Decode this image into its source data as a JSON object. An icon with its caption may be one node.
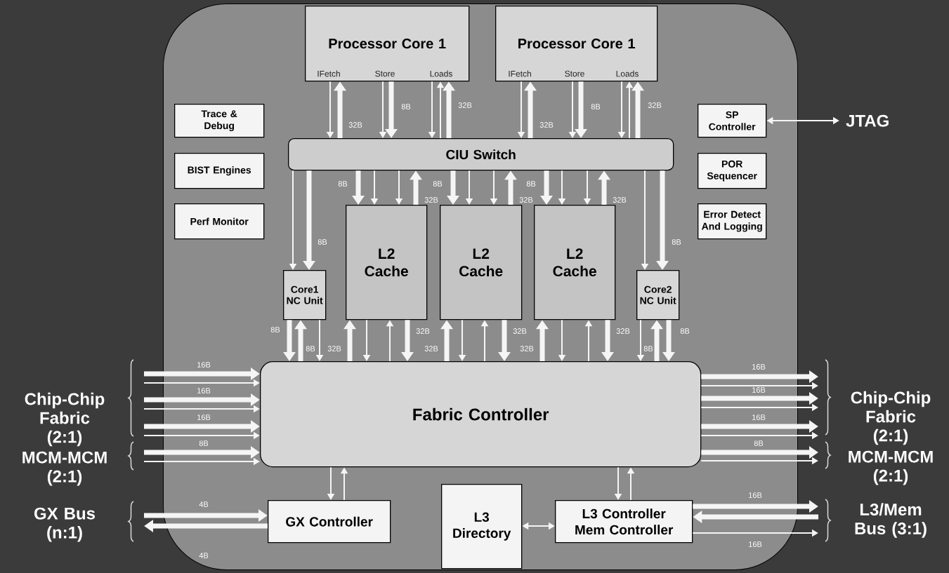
{
  "diagram": {
    "nodes": [
      {
        "text": [],
        "shape": "box"
      },
      {
        "text": [
          "Processor Core 1",
          "IFetch",
          "Store",
          "Loads"
        ],
        "in": 0
      },
      {
        "text": [
          "Processor Core 1",
          "IFetch",
          "Store",
          "Loads"
        ],
        "in": 0
      },
      {
        "text": [
          "Trace & Debug"
        ],
        "in": 0
      },
      {
        "text": [
          "BIST Engines"
        ],
        "in": 0
      },
      {
        "text": [
          "Perf Monitor"
        ],
        "in": 0
      },
      {
        "text": [
          "CIU Switch"
        ],
        "in": 0
      },
      {
        "text": [
          "SP Controller"
        ],
        "in": 0
      },
      {
        "text": [
          "JTAG"
        ]
      },
      {
        "text": [
          "POR Sequencer"
        ],
        "in": 0
      },
      {
        "text": [
          "Error Detect And Logging"
        ],
        "in": 0
      },
      {
        "text": [
          "Core1 NC Unit"
        ],
        "in": 0
      },
      {
        "text": [
          "L2 Cache"
        ],
        "in": 0
      },
      {
        "text": [
          "L2 Cache"
        ],
        "in": 0
      },
      {
        "text": [
          "L2 Cache"
        ],
        "in": 0
      },
      {
        "text": [
          "Core2 NC Unit"
        ],
        "in": 0
      },
      {
        "text": [
          "Fabric Controller"
        ],
        "in": 0
      },
      {
        "text": [
          "GX Controller"
        ],
        "in": 0
      },
      {
        "text": [
          "L3 Directory"
        ],
        "in": 0
      },
      {
        "text": [
          "L3 Controller Mem Controller"
        ],
        "in": 0
      }
    ],
    "edges": [
      {
        "from": 1,
        "to": 6,
        "arrow": "to"
      },
      {
        "from": 6,
        "to": 1,
        "arrow": "to",
        "style": "thick",
        "label": "32B"
      },
      {
        "from": 1,
        "to": 6,
        "arrow": "to"
      },
      {
        "from": 1,
        "to": 6,
        "arrow": "to",
        "style": "thick",
        "label": "8B"
      },
      {
        "from": 1,
        "to": 6,
        "arrow": "to"
      },
      {
        "from": 6,
        "to": 1,
        "arrow": "to"
      },
      {
        "from": 6,
        "to": 1,
        "arrow": "to",
        "style": "thick",
        "label": "32B"
      },
      {
        "from": 2,
        "to": 6,
        "arrow": "to"
      },
      {
        "from": 6,
        "to": 2,
        "arrow": "to",
        "style": "thick",
        "label": "32B"
      },
      {
        "from": 2,
        "to": 6,
        "arrow": "to"
      },
      {
        "from": 2,
        "to": 6,
        "arrow": "to",
        "style": "thick",
        "label": "8B"
      },
      {
        "from": 2,
        "to": 6,
        "arrow": "to"
      },
      {
        "from": 6,
        "to": 2,
        "arrow": "to"
      },
      {
        "from": 6,
        "to": 2,
        "arrow": "to",
        "style": "thick",
        "label": "32B"
      },
      {
        "from": 6,
        "to": 12,
        "arrow": "to",
        "style": "thick",
        "label": "8B"
      },
      {
        "from": 6,
        "to": 12,
        "arrow": "to"
      },
      {
        "from": 6,
        "to": 12,
        "arrow": "to"
      },
      {
        "from": 12,
        "to": 6,
        "arrow": "to",
        "style": "thick",
        "label": "32B"
      },
      {
        "from": 6,
        "to": 13,
        "arrow": "to",
        "style": "thick",
        "label": "8B"
      },
      {
        "from": 6,
        "to": 13,
        "arrow": "to"
      },
      {
        "from": 6,
        "to": 13,
        "arrow": "to"
      },
      {
        "from": 13,
        "to": 6,
        "arrow": "to",
        "style": "thick",
        "label": "32B"
      },
      {
        "from": 6,
        "to": 14,
        "arrow": "to",
        "style": "thick",
        "label": "8B"
      },
      {
        "from": 6,
        "to": 14,
        "arrow": "to"
      },
      {
        "from": 6,
        "to": 14,
        "arrow": "to"
      },
      {
        "from": 14,
        "to": 6,
        "arrow": "to",
        "style": "thick",
        "label": "32B"
      },
      {
        "from": 6,
        "to": 11,
        "arrow": "to"
      },
      {
        "from": 6,
        "to": 11,
        "arrow": "to",
        "style": "thick",
        "label": "8B"
      },
      {
        "from": 6,
        "to": 15,
        "arrow": "to"
      },
      {
        "from": 6,
        "to": 15,
        "arrow": "to",
        "style": "thick",
        "label": "8B"
      },
      {
        "from": 11,
        "to": 16,
        "arrow": "to",
        "style": "thick",
        "label": "8B"
      },
      {
        "from": 16,
        "to": 11,
        "arrow": "to",
        "style": "thick",
        "label": "8B"
      },
      {
        "from": 11,
        "to": 16,
        "arrow": "to"
      },
      {
        "from": 15,
        "to": 16,
        "arrow": "to"
      },
      {
        "from": 16,
        "to": 15,
        "arrow": "to",
        "style": "thick",
        "label": "8B"
      },
      {
        "from": 15,
        "to": 16,
        "arrow": "to",
        "style": "thick",
        "label": "8B"
      },
      {
        "from": 16,
        "to": 12,
        "arrow": "to",
        "style": "thick",
        "label": "32B"
      },
      {
        "from": 12,
        "to": 16,
        "arrow": "to"
      },
      {
        "from": 16,
        "to": 12,
        "arrow": "to"
      },
      {
        "from": 12,
        "to": 16,
        "arrow": "to",
        "style": "thick",
        "label": "32B"
      },
      {
        "from": 16,
        "to": 13,
        "arrow": "to",
        "style": "thick",
        "label": "32B"
      },
      {
        "from": 13,
        "to": 16,
        "arrow": "to"
      },
      {
        "from": 16,
        "to": 13,
        "arrow": "to"
      },
      {
        "from": 13,
        "to": 16,
        "arrow": "to",
        "style": "thick",
        "label": "32B"
      },
      {
        "from": 16,
        "to": 14,
        "arrow": "to",
        "style": "thick",
        "label": "32B"
      },
      {
        "from": 14,
        "to": 16,
        "arrow": "to"
      },
      {
        "from": 16,
        "to": 14,
        "arrow": "to"
      },
      {
        "from": 14,
        "to": 16,
        "arrow": "to",
        "style": "thick",
        "label": "32B"
      },
      {
        "from": null,
        "to": 16,
        "arrow": "to",
        "style": "thick",
        "label": "16B"
      },
      {
        "from": null,
        "to": 16,
        "arrow": "to"
      },
      {
        "from": null,
        "to": 16,
        "arrow": "to",
        "style": "thick",
        "label": "16B"
      },
      {
        "from": null,
        "to": 16,
        "arrow": "to"
      },
      {
        "from": null,
        "to": 16,
        "arrow": "to",
        "style": "thick",
        "label": "16B"
      },
      {
        "from": null,
        "to": 16,
        "arrow": "to"
      },
      {
        "from": null,
        "to": 16,
        "arrow": "to",
        "style": "thick",
        "label": "8B"
      },
      {
        "from": null,
        "to": 16,
        "arrow": "to"
      },
      {
        "from": 16,
        "to": null,
        "arrow": "to",
        "style": "thick",
        "label": "16B"
      },
      {
        "from": 16,
        "to": null,
        "arrow": "to"
      },
      {
        "from": 16,
        "to": null,
        "arrow": "to",
        "style": "thick",
        "label": "16B"
      },
      {
        "from": 16,
        "to": null,
        "arrow": "to"
      },
      {
        "from": 16,
        "to": null,
        "arrow": "to",
        "style": "thick",
        "label": "16B"
      },
      {
        "from": 16,
        "to": null,
        "arrow": "to"
      },
      {
        "from": 16,
        "to": null,
        "arrow": "to",
        "style": "thick",
        "label": "8B"
      },
      {
        "from": 16,
        "to": null,
        "arrow": "to"
      },
      {
        "from": 16,
        "to": 17,
        "arrow": "to"
      },
      {
        "from": 17,
        "to": 16,
        "arrow": "to"
      },
      {
        "from": 16,
        "to": 19,
        "arrow": "to"
      },
      {
        "from": 19,
        "to": 16,
        "arrow": "to"
      },
      {
        "from": null,
        "to": 17,
        "arrow": "to",
        "style": "thick",
        "label": "4B"
      },
      {
        "from": 17,
        "to": null,
        "arrow": "to",
        "style": "thick",
        "label": "4B"
      },
      {
        "from": 18,
        "to": 19,
        "arrow": "both"
      },
      {
        "from": 19,
        "to": null,
        "arrow": "to",
        "style": "thick",
        "label": "16B"
      },
      {
        "from": null,
        "to": 19,
        "arrow": "to",
        "style": "thick"
      },
      {
        "from": 19,
        "to": null,
        "arrow": "to",
        "label": "16B"
      },
      {
        "from": 7,
        "to": 8,
        "arrow": "both"
      }
    ],
    "labels": [
      "Chip-Chip Fabric (2:1)",
      "Chip-Chip Fabric (2:1)",
      "MCM-MCM (2:1)",
      "MCM-MCM (2:1)",
      "GX Bus (n:1)",
      "L3/Mem Bus (3:1)"
    ]
  }
}
